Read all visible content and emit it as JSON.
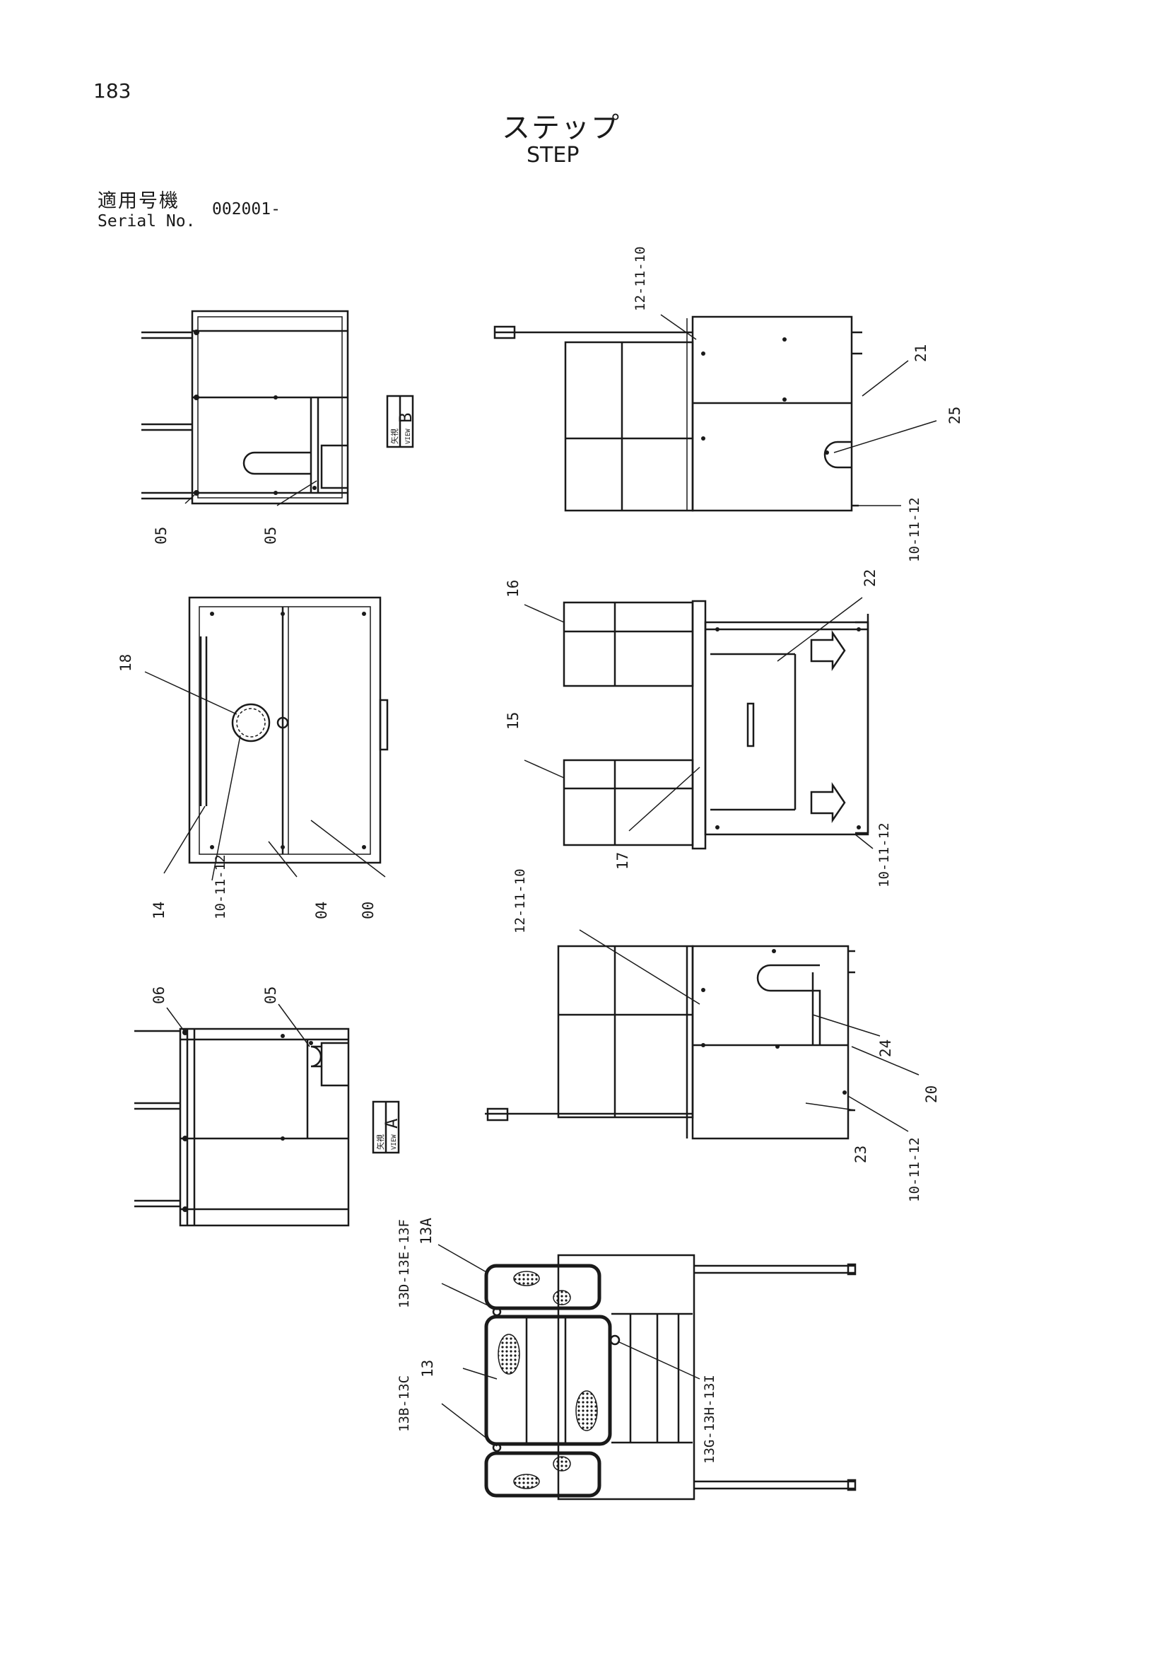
{
  "page_number": "183",
  "title_jp": "ステップ",
  "title_en": "STEP",
  "serial": {
    "label_jp": "適用号機",
    "label_en": "Serial No.",
    "value": "002001-"
  },
  "view_labels": {
    "b_jp": "矢視",
    "b_en": "VIEW",
    "b_letter": "B",
    "a_jp": "矢視",
    "a_en": "VIEW",
    "a_letter": "A"
  },
  "part_callouts": [
    "05",
    "05",
    "12-11-10",
    "21",
    "25",
    "10-11-12",
    "18",
    "14",
    "10-11-12",
    "04",
    "00",
    "16",
    "15",
    "22",
    "17",
    "10-11-12",
    "06",
    "05",
    "12-11-10",
    "24",
    "20",
    "23",
    "10-11-12",
    "13A",
    "13D-13E-13F",
    "13",
    "13B-13C",
    "13G-13H-13I"
  ]
}
